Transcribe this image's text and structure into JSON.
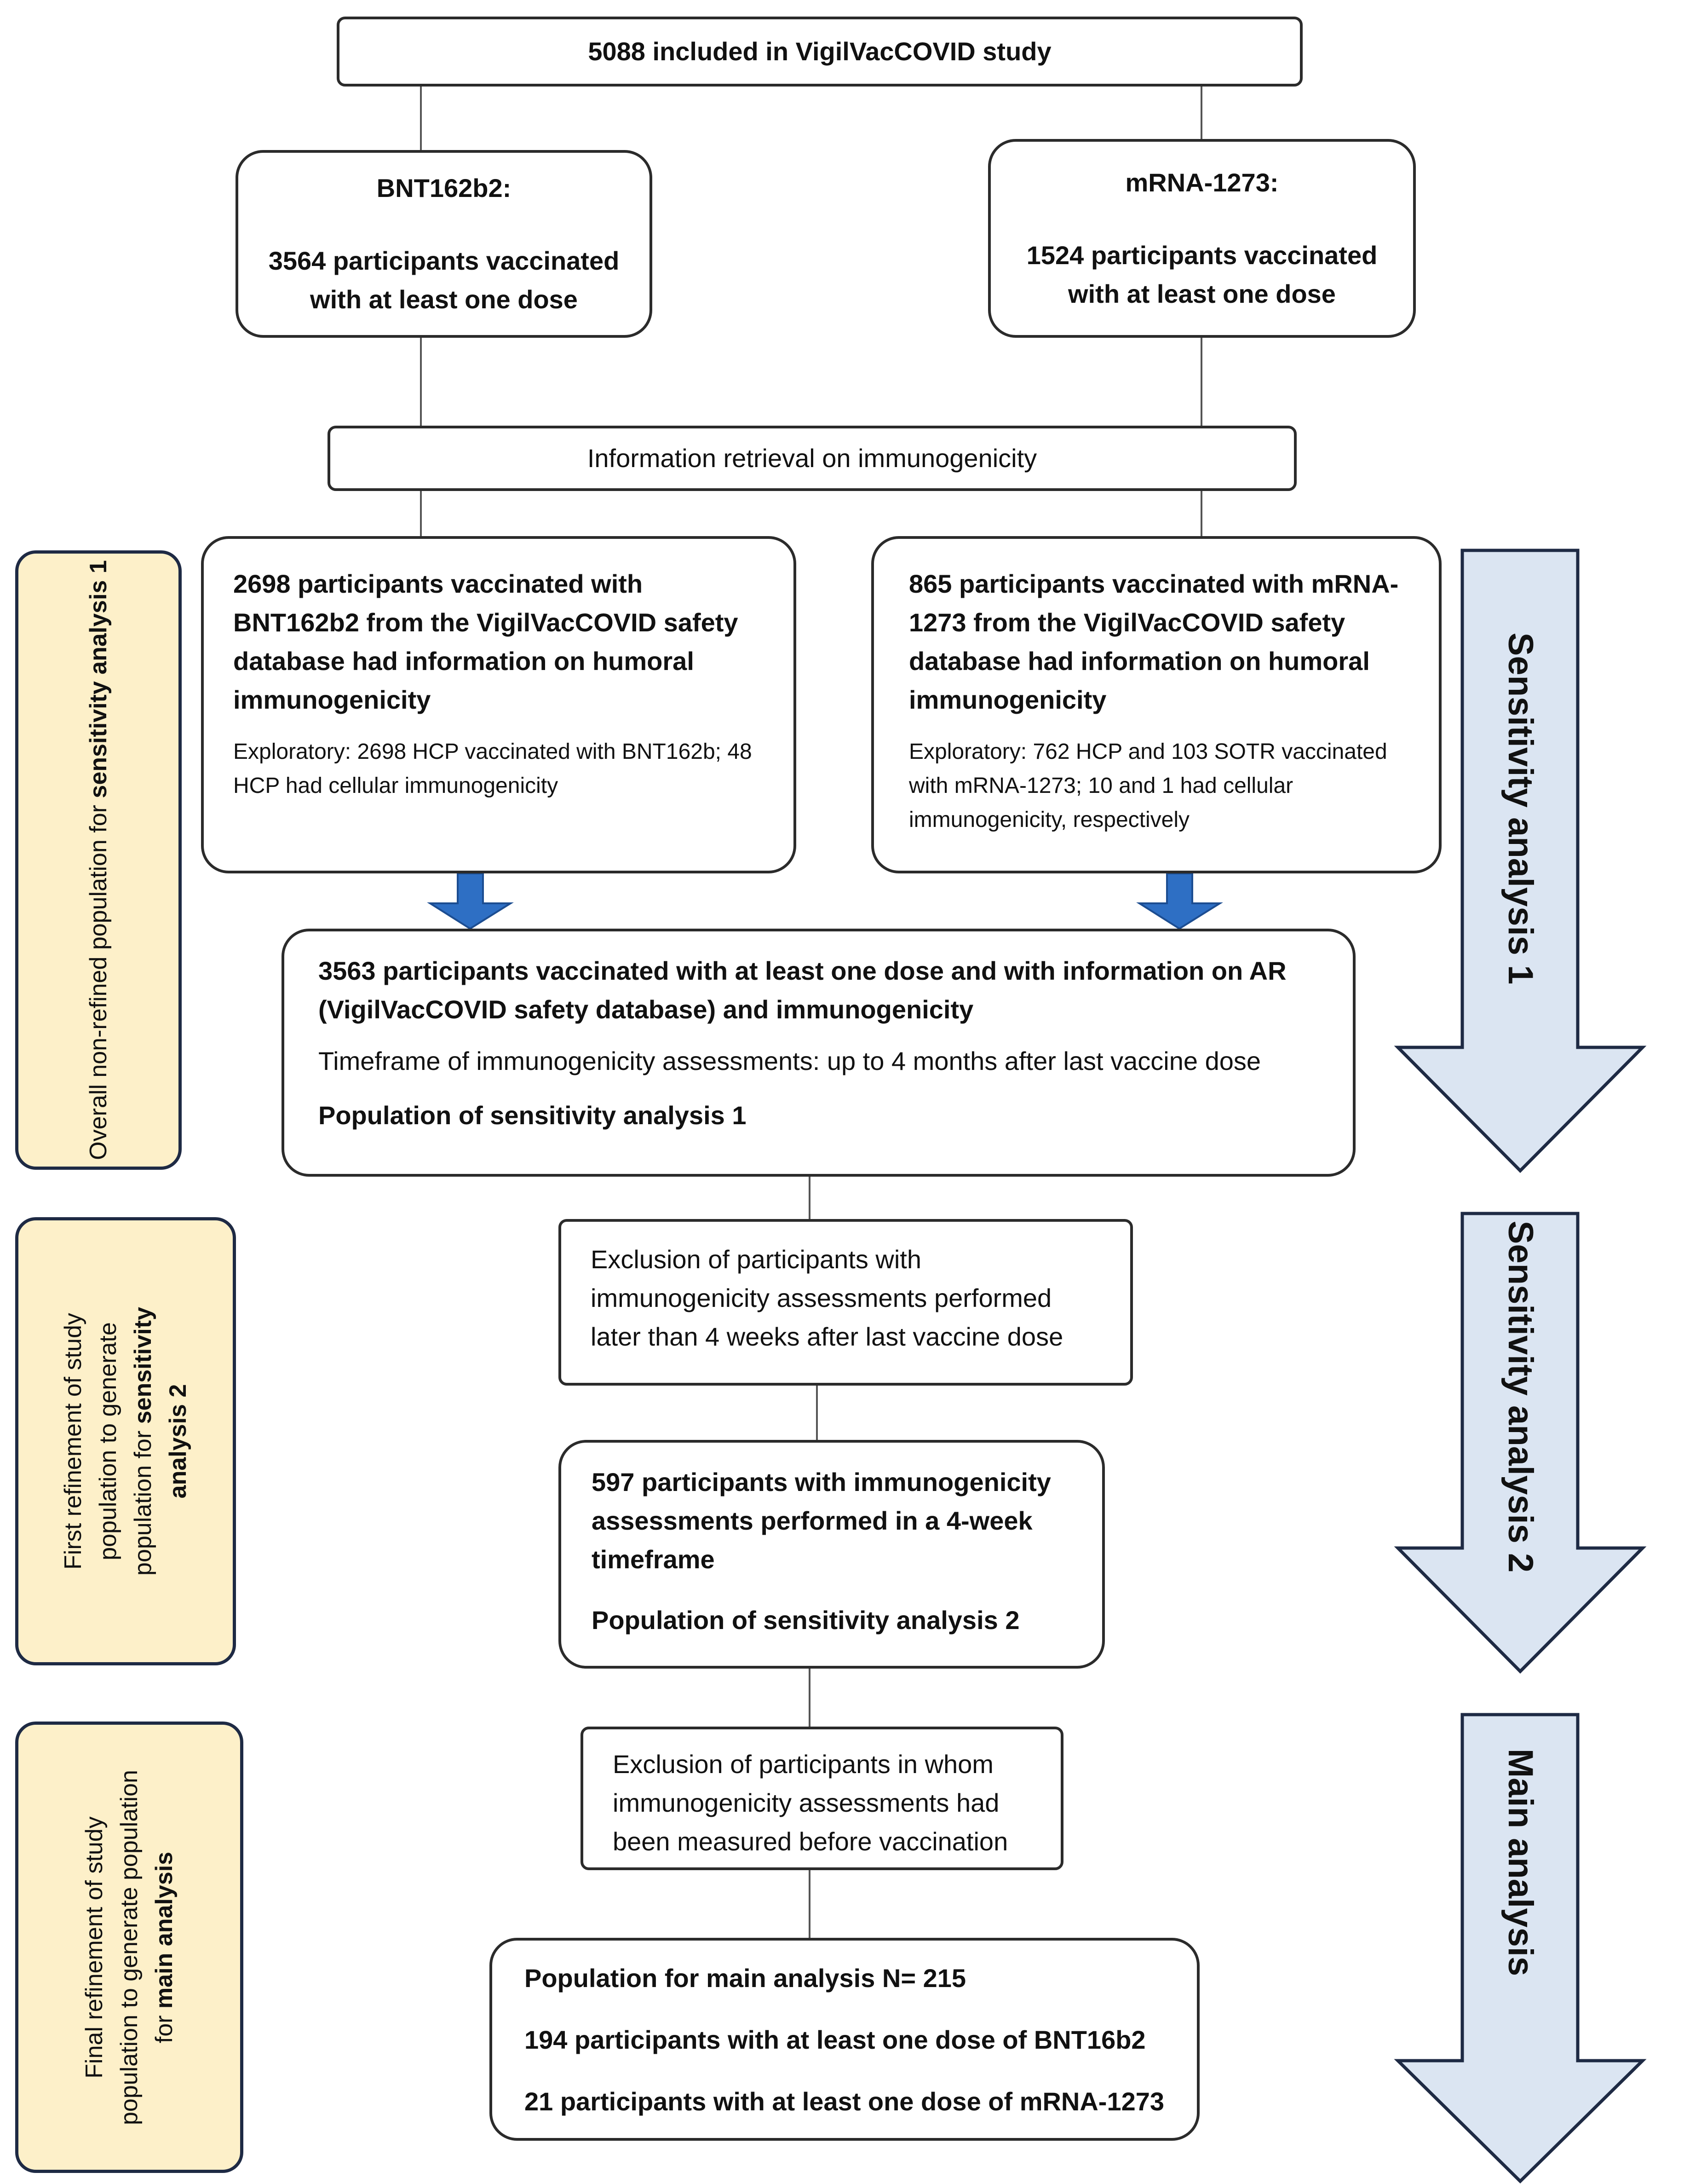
{
  "top": {
    "label": "5088 included in VigilVacCOVID study"
  },
  "bnt": {
    "title": "BNT162b2:",
    "line1": "3564 participants vaccinated",
    "line2": "with at least one dose"
  },
  "mrna": {
    "title": "mRNA-1273:",
    "line1": "1524 participants vaccinated",
    "line2": "with at least one dose"
  },
  "retrieval": {
    "label": "Information retrieval on immunogenicity"
  },
  "left_info": {
    "main": "2698 participants vaccinated with BNT162b2 from the VigilVacCOVID safety database  had information on humoral immunogenicity",
    "sub": "Exploratory: 2698 HCP vaccinated with BNT162b; 48 HCP had cellular immunogenicity"
  },
  "right_info": {
    "main": "865 participants vaccinated with mRNA-1273 from the VigilVacCOVID safety database  had information on humoral immunogenicity",
    "sub": "Exploratory: 762 HCP and 103 SOTR vaccinated with mRNA-1273; 10 and 1 had cellular immunogenicity, respectively"
  },
  "combined": {
    "main": "3563 participants vaccinated with at least one dose and with information on AR (VigilVacCOVID safety database) and immunogenicity",
    "timeframe": "Timeframe of immunogenicity assessments: up to 4 months after last vaccine dose",
    "population": "Population of sensitivity analysis 1"
  },
  "exclusion1": {
    "text": "Exclusion of participants with immunogenicity assessments performed later than 4 weeks after last vaccine dose"
  },
  "sens2": {
    "main": "597 participants with immunogenicity assessments performed in a 4-week timeframe",
    "population": "Population of sensitivity analysis 2"
  },
  "exclusion2": {
    "text": "Exclusion of participants in whom immunogenicity assessments had been measured before vaccination"
  },
  "main_pop": {
    "title": "Population for main analysis N= 215",
    "line_bnt": "194 participants with at least one dose of BNT16b2",
    "line_mrna": "21 participants with at least one dose of mRNA-1273"
  },
  "side_labels": {
    "s1_normal": "Overall non-refined population for ",
    "s1_bold": "sensitivity analysis 1",
    "s2_normal": "First refinement of study population to generate population for ",
    "s2_bold": "sensitivity analysis 2",
    "s3_normal": "Final refinement of study population to generate population for ",
    "s3_bold": "main analysis"
  },
  "arrows": {
    "a1": "Sensitivity analysis 1",
    "a2": "Sensitivity analysis 2",
    "a3": "Main analysis"
  },
  "colors": {
    "side_fill": "#fdf0c9",
    "arrow_fill": "#dbe5f2",
    "down_arrow": "#2e6fc4"
  }
}
